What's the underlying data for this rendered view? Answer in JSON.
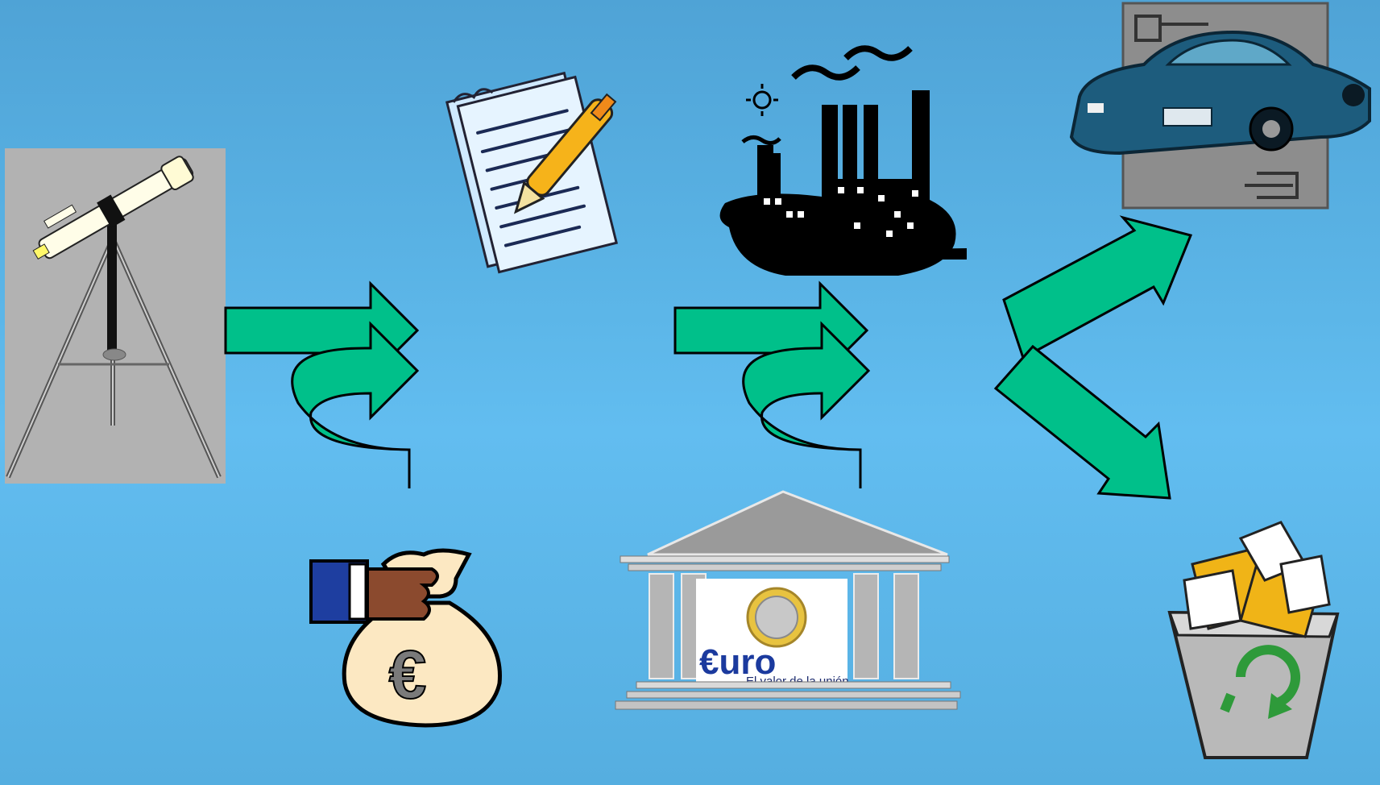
{
  "diagram": {
    "colors": {
      "arrow_fill": "#00c08a",
      "arrow_stroke": "#000000",
      "background_top": "#4fa3d6",
      "background_bottom": "#62bdf0"
    },
    "nodes": [
      {
        "id": "telescope",
        "icon": "telescope-icon"
      },
      {
        "id": "document",
        "icon": "notepad-pencil-icon"
      },
      {
        "id": "factory",
        "icon": "factory-icon"
      },
      {
        "id": "car",
        "icon": "car-keys-icon"
      },
      {
        "id": "recycle-bin",
        "icon": "recycle-bin-icon"
      },
      {
        "id": "money-bag",
        "icon": "euro-money-bag-icon"
      },
      {
        "id": "bank",
        "icon": "bank-euro-icon"
      }
    ],
    "bank_sign": {
      "word": "€uro",
      "tagline": "El valor de la unión"
    },
    "money_bag": {
      "symbol": "€"
    }
  }
}
